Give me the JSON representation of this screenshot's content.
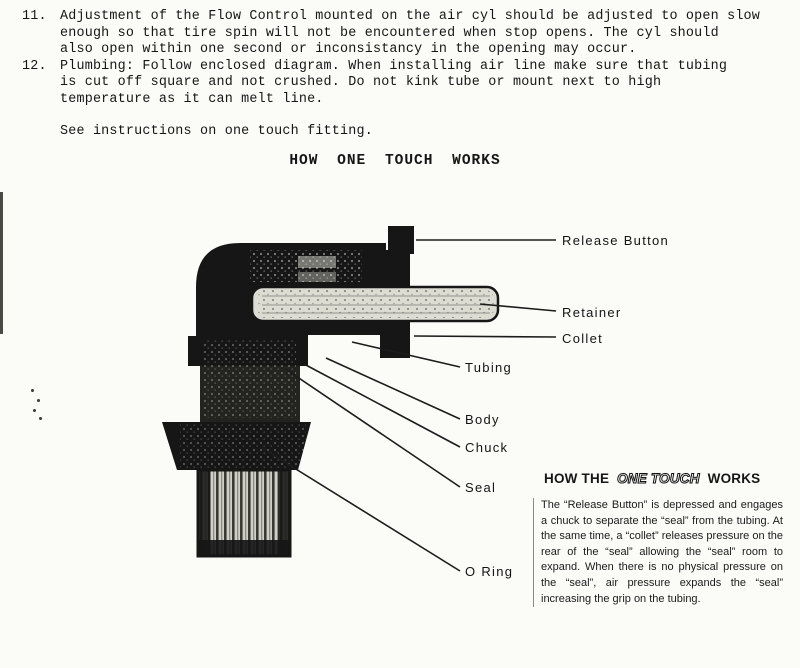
{
  "instructions": {
    "items": [
      {
        "number": "11.",
        "text": "Adjustment of the Flow Control mounted on the air cyl should be adjusted to open slow\nenough so that tire spin will not be encountered when stop opens.  The cyl should\nalso open within one second or inconsistancy in the opening may occur."
      },
      {
        "number": "12.",
        "text": "Plumbing:  Follow enclosed diagram.  When installing air line make sure that tubing\nis cut off square and not crushed.  Do not kink tube or mount next to high\ntemperature as it can melt line."
      }
    ],
    "note": "See instructions on one touch fitting."
  },
  "diagram": {
    "title": "HOW ONE TOUCH WORKS",
    "labels": {
      "release_button": "Release Button",
      "retainer": "Retainer",
      "collet": "Collet",
      "tubing": "Tubing",
      "body": "Body",
      "chuck": "Chuck",
      "seal": "Seal",
      "o_ring": "O Ring"
    }
  },
  "explanation": {
    "heading": {
      "prefix": "HOW THE",
      "brand": "ONE TOUCH",
      "suffix": "WORKS"
    },
    "body": "The “Release Button” is depressed and engages a chuck to separate the “seal” from the tubing. At the same time, a “collet” releases pressure on the rear of the “seal” allowing the “seal” room to expand. When there is no physical pressure on the “seal”, air pressure expands the “seal” increasing the grip on the tubing."
  }
}
